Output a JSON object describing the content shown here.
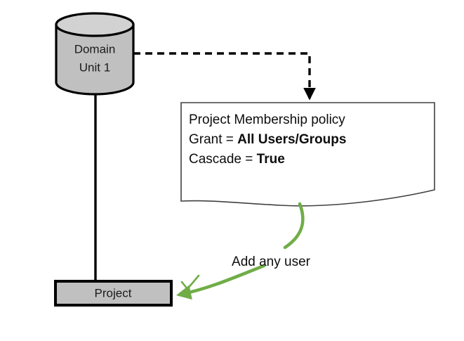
{
  "diagram": {
    "type": "flow-diagram",
    "background_color": "#FFFFFF",
    "palette": {
      "node_fill": "#C0C0C0",
      "node_stroke": "#000000",
      "document_fill": "#FFFFFF",
      "document_stroke": "#404040",
      "accent_green": "#70AD47",
      "text_color": "#0D0D0D",
      "dashed_stroke": "#000000"
    },
    "nodes": [
      {
        "id": "domain-unit",
        "shape": "cylinder",
        "fill": "#C0C0C0",
        "label_line1": "Domain",
        "label_line2": "Unit 1"
      },
      {
        "id": "policy-document",
        "shape": "document",
        "fill": "#FFFFFF",
        "lines": [
          {
            "plain": "Project Membership policy",
            "bold": ""
          },
          {
            "plain": "Grant = ",
            "bold": "All Users/Groups"
          },
          {
            "plain": "Cascade = ",
            "bold": "True"
          }
        ]
      },
      {
        "id": "project",
        "shape": "rectangle",
        "fill": "#C0C0C0",
        "label": "Project"
      }
    ],
    "connectors": [
      {
        "id": "domain-to-policy",
        "style": "dashed",
        "color": "#000000",
        "arrowhead": "filled-triangle",
        "from": "domain-unit",
        "to": "policy-document",
        "label": ""
      },
      {
        "id": "domain-to-project",
        "style": "solid",
        "color": "#000000",
        "arrowhead": "none",
        "from": "domain-unit",
        "to": "project",
        "label": ""
      },
      {
        "id": "policy-to-project",
        "style": "curved-solid",
        "color": "#70AD47",
        "arrowhead": "filled-triangle",
        "from": "policy-document",
        "to": "project",
        "label": "Add any user"
      }
    ],
    "markers": [
      {
        "id": "allow-check",
        "glyph": "check",
        "color": "#70AD47",
        "meaning": "allowed"
      }
    ]
  }
}
